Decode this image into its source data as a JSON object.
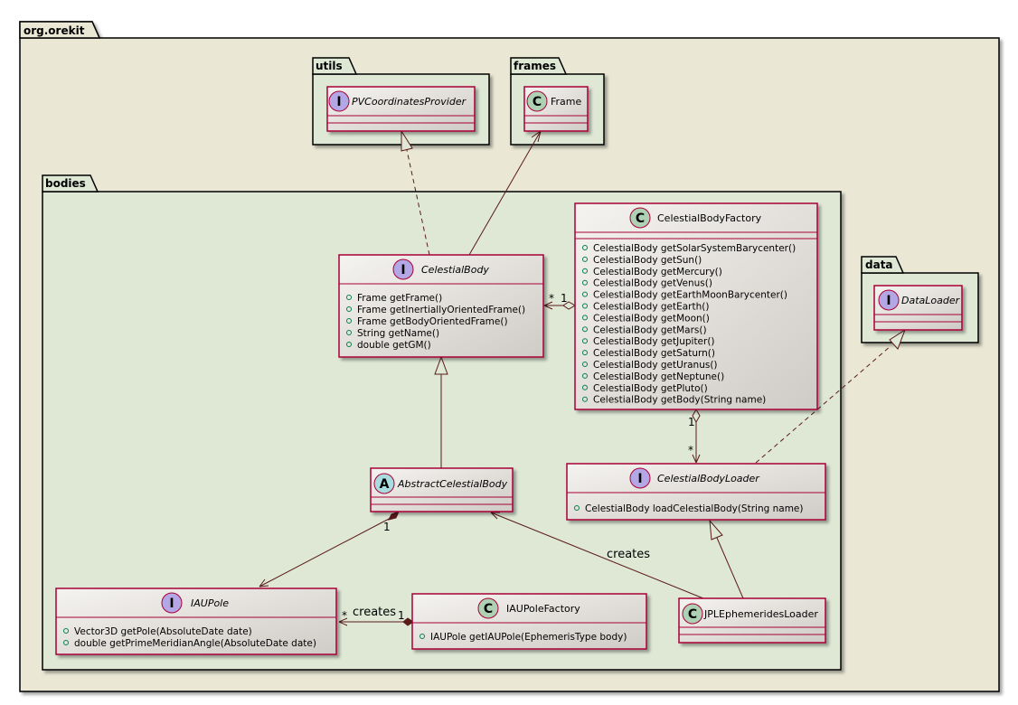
{
  "packages": {
    "root": "org.orekit",
    "utils": "utils",
    "frames": "frames",
    "bodies": "bodies",
    "data": "data"
  },
  "classes": {
    "pv": {
      "kind": "I",
      "name": "PVCoordinatesProvider",
      "members": []
    },
    "frame": {
      "kind": "C",
      "name": "Frame",
      "members": []
    },
    "celestial_body": {
      "kind": "I",
      "name": "CelestialBody",
      "members": [
        "Frame getFrame()",
        "Frame getInertiallyOrientedFrame()",
        "Frame getBodyOrientedFrame()",
        "String getName()",
        "double getGM()"
      ]
    },
    "factory": {
      "kind": "C",
      "name": "CelestialBodyFactory",
      "members": [
        "CelestialBody getSolarSystemBarycenter()",
        "CelestialBody getSun()",
        "CelestialBody getMercury()",
        "CelestialBody getVenus()",
        "CelestialBody getEarthMoonBarycenter()",
        "CelestialBody getEarth()",
        "CelestialBody getMoon()",
        "CelestialBody getMars()",
        "CelestialBody getJupiter()",
        "CelestialBody getSaturn()",
        "CelestialBody getUranus()",
        "CelestialBody getNeptune()",
        "CelestialBody getPluto()",
        "CelestialBody getBody(String name)"
      ]
    },
    "data_loader": {
      "kind": "I",
      "name": "DataLoader",
      "members": []
    },
    "abstract_body": {
      "kind": "A",
      "name": "AbstractCelestialBody",
      "members": []
    },
    "loader": {
      "kind": "I",
      "name": "CelestialBodyLoader",
      "members": [
        "CelestialBody loadCelestialBody(String name)"
      ]
    },
    "iau_pole": {
      "kind": "I",
      "name": "IAUPole",
      "members": [
        "Vector3D getPole(AbsoluteDate date)",
        "double getPrimeMeridianAngle(AbsoluteDate date)"
      ]
    },
    "iau_factory": {
      "kind": "C",
      "name": "IAUPoleFactory",
      "members": [
        "IAUPole getIAUPole(EphemerisType body)"
      ]
    },
    "jpl": {
      "kind": "C",
      "name": "JPLEphemeridesLoader",
      "members": []
    }
  },
  "relations": {
    "body_factory_left": "*",
    "body_factory_right": "1",
    "factory_loader_top": "1",
    "factory_loader_bottom": "*",
    "abstract_pole": "1",
    "creates_jpl": "creates",
    "pole_factory_left": "*",
    "creates_pole": "creates",
    "pole_factory_right": "1"
  },
  "colors": {
    "root_bg": "#EAE8D5",
    "bodies_bg": "#DEE8D5",
    "border": "#000000",
    "class_border": "#A80036",
    "relation": "#5A1A1A",
    "circle_I": "#B4A7E5",
    "circle_C": "#ADD1B2",
    "circle_A": "#A9DCDF"
  }
}
